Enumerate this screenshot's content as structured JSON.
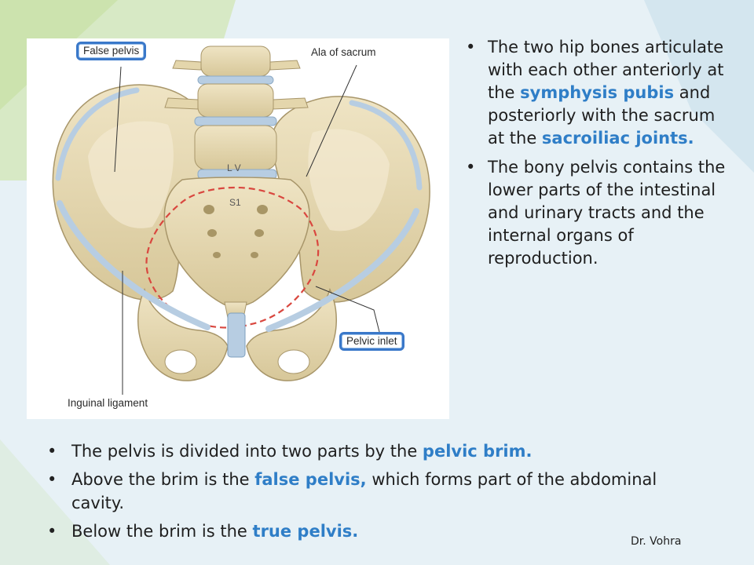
{
  "figure": {
    "callouts": {
      "false_pelvis": "False pelvis",
      "ala_of_sacrum": "Ala of sacrum",
      "pelvic_inlet": "Pelvic inlet",
      "inguinal_ligament": "Inguinal ligament",
      "lv": "L V",
      "s1": "S1"
    }
  },
  "right_bullets": [
    {
      "parts": [
        {
          "text": "The two hip bones articulate with each other anteriorly at the ",
          "highlight": false
        },
        {
          "text": "symphysis pubis",
          "highlight": true
        },
        {
          "text": " and posteriorly with the sacrum at the ",
          "highlight": false
        },
        {
          "text": "sacroiliac joints.",
          "highlight": true
        }
      ]
    },
    {
      "parts": [
        {
          "text": "The bony pelvis contains the lower parts of the intestinal and urinary tracts and the internal organs of reproduction.",
          "highlight": false
        }
      ]
    }
  ],
  "bottom_bullets": [
    {
      "parts": [
        {
          "text": "The pelvis is divided into two parts by the ",
          "highlight": false
        },
        {
          "text": "pelvic brim.",
          "highlight": true
        }
      ]
    },
    {
      "parts": [
        {
          "text": "Above the brim is the ",
          "highlight": false
        },
        {
          "text": "false pelvis,",
          "highlight": true
        },
        {
          "text": " which forms part of the abdominal cavity.",
          "highlight": false
        }
      ]
    },
    {
      "parts": [
        {
          "text": "Below the brim is the ",
          "highlight": false
        },
        {
          "text": "true pelvis.",
          "highlight": true
        }
      ]
    }
  ],
  "author": "Dr. Vohra",
  "colors": {
    "highlight": "#2f7ec7",
    "callout_border": "#3a78c9",
    "bone": "#e9dcb6",
    "ligament": "#b5cde3",
    "brim_dash": "#d9473f"
  }
}
